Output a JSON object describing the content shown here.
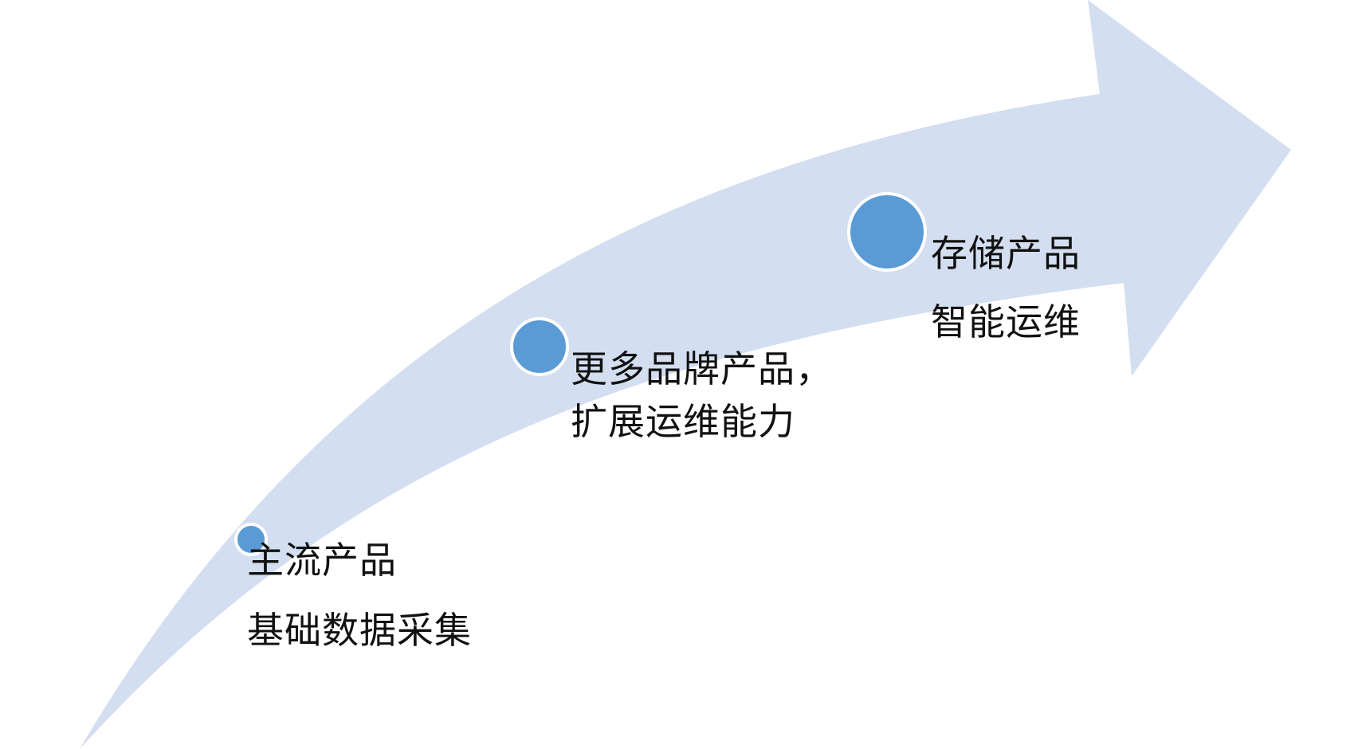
{
  "colors": {
    "arrow_fill": "#D3DEF0",
    "dot_fill": "#5B9BD5",
    "dot_stroke": "#ffffff",
    "text": "#111111"
  },
  "stages": [
    {
      "line1": "主流产品",
      "line2": "基础数据采集"
    },
    {
      "line1": "更多品牌产品，",
      "line2": "扩展运维能力"
    },
    {
      "line1": "存储产品",
      "line2": "智能运维"
    }
  ]
}
